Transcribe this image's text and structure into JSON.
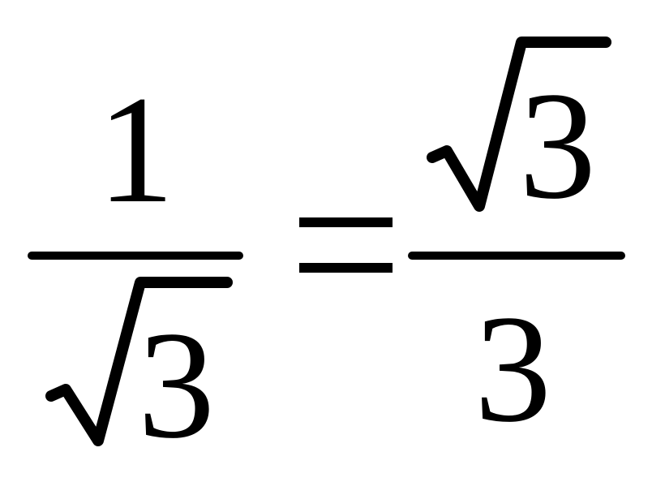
{
  "equation": {
    "left_fraction": {
      "numerator": "1",
      "denominator_radicand": "3"
    },
    "relation": "=",
    "right_fraction": {
      "numerator_radicand": "3",
      "denominator": "3"
    },
    "icons": {
      "radical": "square-root-icon",
      "fraction_bar": "fraction-bar-icon",
      "equals": "equals-sign-icon"
    }
  }
}
